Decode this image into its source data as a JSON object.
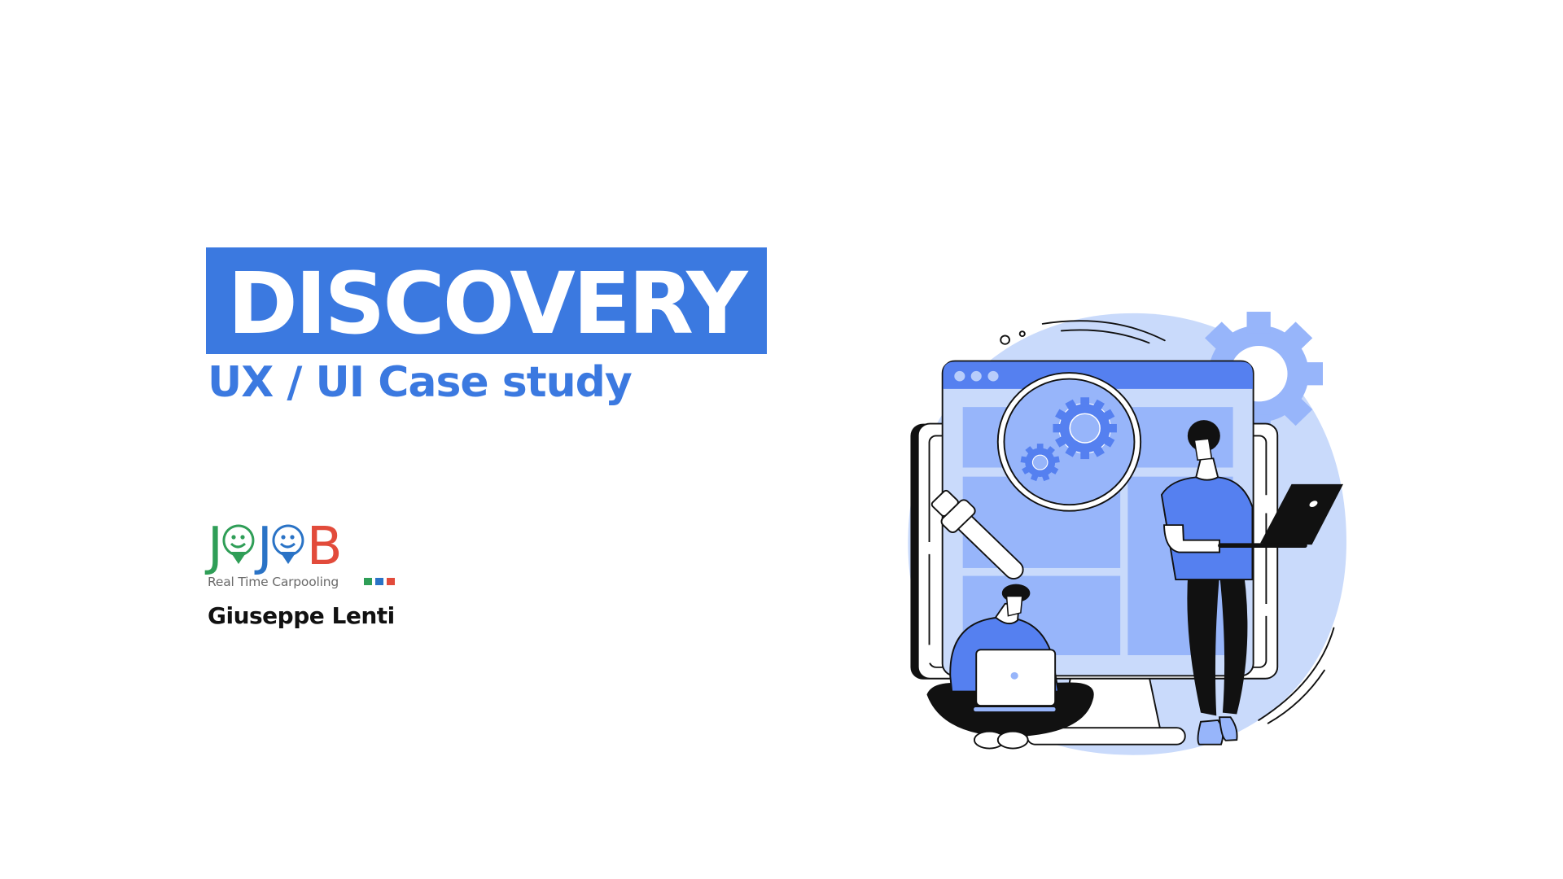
{
  "slide": {
    "title": "DISCOVERY",
    "subtitle": "UX / UI Case study",
    "author": "Giuseppe Lenti"
  },
  "logo": {
    "letters": [
      {
        "char": "J",
        "color": "#2f9e57"
      },
      {
        "char": "pin-smiley",
        "color": "#2f9e57"
      },
      {
        "char": "J",
        "color": "#2a73c6"
      },
      {
        "char": "pin-smiley",
        "color": "#2a73c6"
      },
      {
        "char": "B",
        "color": "#e24b3b"
      }
    ],
    "j1": "J",
    "j2": "J",
    "b": "B",
    "tagline": "Real Time Carpooling",
    "squares": [
      "#2f9e57",
      "#2a73c6",
      "#e24b3b"
    ]
  },
  "illustration": {
    "subject": "discovery-research-illustration",
    "elements": [
      "background-blob",
      "large-gear-icon",
      "monitor",
      "browser-window",
      "magnifying-glass-icon",
      "small-gear-icons",
      "seated-person-with-laptop",
      "standing-person-with-laptop"
    ]
  },
  "colors": {
    "accent": "#3b79e0",
    "illustration_primary": "#5580f0",
    "illustration_light": "#c9dafb",
    "illustration_mid": "#97b5fa",
    "text_dark": "#111111"
  }
}
